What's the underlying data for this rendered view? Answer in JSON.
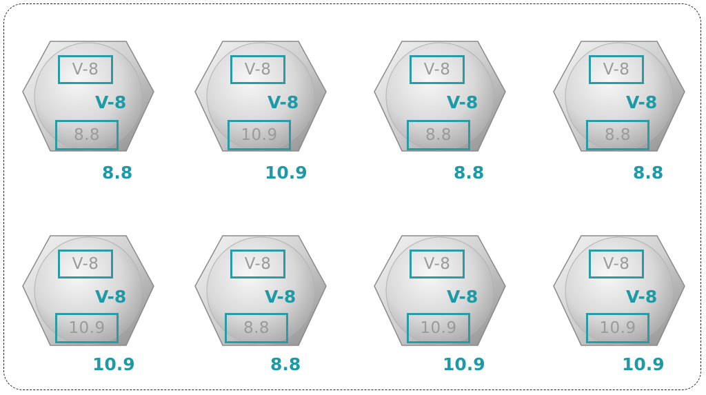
{
  "colors": {
    "accent": "#2a9aa5",
    "label": "#1e9aa6",
    "stamp_text": "#9a9a9a",
    "frame": "#222222"
  },
  "bolts": [
    {
      "head_mark": "V-8",
      "head_label": "V-8",
      "grade_mark": "8.8",
      "grade_label": "8.8"
    },
    {
      "head_mark": "V-8",
      "head_label": "V-8",
      "grade_mark": "10.9",
      "grade_label": "10.9"
    },
    {
      "head_mark": "V-8",
      "head_label": "V-8",
      "grade_mark": "8.8",
      "grade_label": "8.8"
    },
    {
      "head_mark": "V-8",
      "head_label": "V-8",
      "grade_mark": "8.8",
      "grade_label": "8.8"
    },
    {
      "head_mark": "V-8",
      "head_label": "V-8",
      "grade_mark": "10.9",
      "grade_label": "10.9"
    },
    {
      "head_mark": "V-8",
      "head_label": "V-8",
      "grade_mark": "8.8",
      "grade_label": "8.8"
    },
    {
      "head_mark": "V-8",
      "head_label": "V-8",
      "grade_mark": "10.9",
      "grade_label": "10.9"
    },
    {
      "head_mark": "V-8",
      "head_label": "V-8",
      "grade_mark": "10.9",
      "grade_label": "10.9"
    }
  ]
}
